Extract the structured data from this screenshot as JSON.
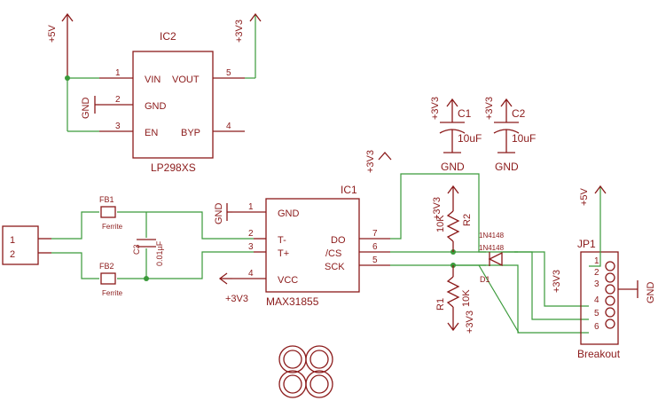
{
  "labels": {
    "plus5v_top": "+5V",
    "plus3v3_top": "+3V3",
    "ic2_name": "IC2",
    "ic2_part": "LP298XS",
    "ic2_pin1": "1",
    "ic2_pin2": "2",
    "ic2_pin3": "3",
    "ic2_pin4": "4",
    "ic2_pin5": "5",
    "ic2_vin": "VIN",
    "ic2_gnd": "GND",
    "ic2_en": "EN",
    "ic2_vout": "VOUT",
    "ic2_byp": "BYP",
    "gnd_ic2": "GND",
    "c1_supply": "+3V3",
    "c1_name": "C1",
    "c1_value": "10uF",
    "c1_gnd": "GND",
    "c2_supply": "+3V3",
    "c2_name": "C2",
    "c2_value": "10uF",
    "c2_gnd": "GND",
    "plus3v3_mid": "+3V3",
    "r2_supply": "+3V3",
    "r2_name": "R2",
    "r2_value": "10K",
    "r1_supply": "+3V3",
    "r1_name": "R1",
    "r1_value": "10K",
    "d1_part_top": "1N4148",
    "d1_part": "1N4148",
    "d1_name": "D1",
    "ic1_name": "IC1",
    "ic1_part": "MAX31855",
    "ic1_pin1": "1",
    "ic1_pin2": "2",
    "ic1_pin3": "3",
    "ic1_pin4": "4",
    "ic1_pin5": "5",
    "ic1_pin6": "6",
    "ic1_pin7": "7",
    "ic1_gnd": "GND",
    "ic1_tminus": "T-",
    "ic1_tplus": "T+",
    "ic1_vcc": "VCC",
    "ic1_do": "DO",
    "ic1_cs": "/CS",
    "ic1_sck": "SCK",
    "gnd_ic1": "GND",
    "plus3v3_ic1": "+3V3",
    "conn_pin1": "1",
    "conn_pin2": "2",
    "fb1_name": "FB1",
    "fb1_value": "Ferrite",
    "fb2_name": "FB2",
    "fb2_value": "Ferrite",
    "c3_name": "C3",
    "c3_value": "0.01µF",
    "jp1_name": "JP1",
    "jp1_part": "Breakout",
    "jp1_pin1": "1",
    "jp1_pin2": "2",
    "jp1_pin3": "3",
    "jp1_pin4": "4",
    "jp1_pin5": "5",
    "jp1_pin6": "6",
    "jp1_plus5v": "+5V",
    "jp1_plus3v3": "+3V3",
    "jp1_gnd": "GND"
  }
}
